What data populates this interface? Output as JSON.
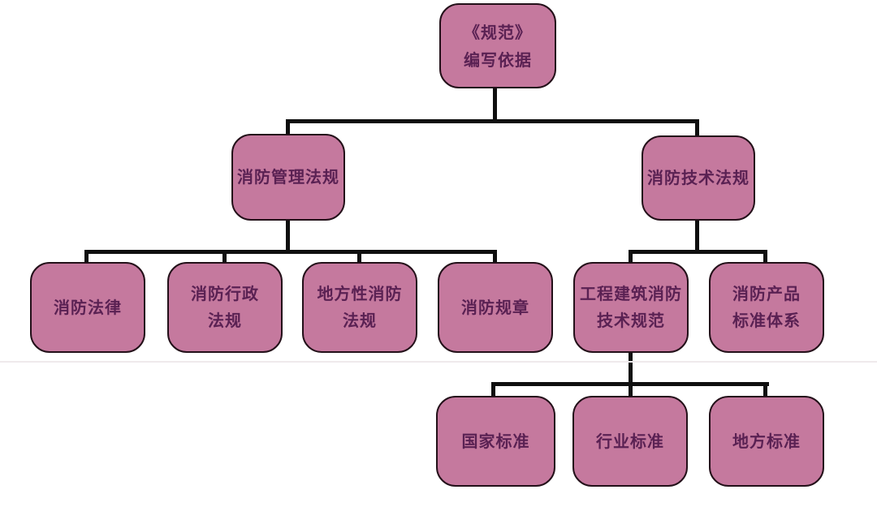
{
  "nodes": {
    "root": {
      "label": "《规范》\n编写依据"
    },
    "mgmt": {
      "label": "消防管理法规"
    },
    "tech": {
      "label": "消防技术法规"
    },
    "law": {
      "label": "消防法律"
    },
    "admin": {
      "label": "消防行政\n法规"
    },
    "local_reg": {
      "label": "地方性消防\n法规"
    },
    "rules": {
      "label": "消防规章"
    },
    "eng": {
      "label": "工程建筑消防\n技术规范"
    },
    "product": {
      "label": "消防产品\n标准体系"
    },
    "national": {
      "label": "国家标准"
    },
    "industry": {
      "label": "行业标准"
    },
    "local_std": {
      "label": "地方标准"
    }
  },
  "edges": [
    {
      "from": "root",
      "to": "mgmt"
    },
    {
      "from": "root",
      "to": "tech"
    },
    {
      "from": "mgmt",
      "to": "law"
    },
    {
      "from": "mgmt",
      "to": "admin"
    },
    {
      "from": "mgmt",
      "to": "local_reg"
    },
    {
      "from": "mgmt",
      "to": "rules"
    },
    {
      "from": "tech",
      "to": "eng"
    },
    {
      "from": "tech",
      "to": "product"
    },
    {
      "from": "eng",
      "to": "national"
    },
    {
      "from": "eng",
      "to": "industry"
    },
    {
      "from": "eng",
      "to": "local_std"
    }
  ],
  "colors": {
    "node_fill": "#c5799e",
    "node_border": "#231019",
    "node_text": "#5a2153",
    "connector": "#0f0f0f",
    "background": "#ffffff"
  }
}
